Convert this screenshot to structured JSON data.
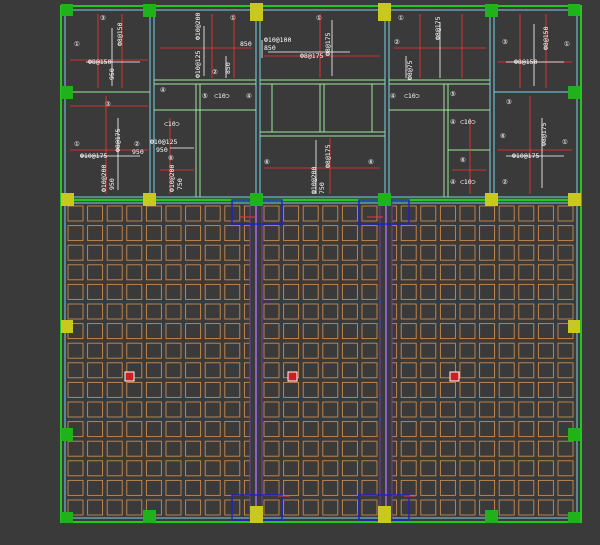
{
  "drawing": {
    "view": "floor slab reinforcement plan",
    "colors": {
      "background": "#3a3a3a",
      "grid_line": "#ff3030",
      "beam_outline": "#7ad3e6",
      "wall_outline": "#22c81e",
      "column_green": "#1fb21b",
      "column_yellow": "#c8c820",
      "rebar": "#ffffff",
      "secondary_beam": "#9fe59f",
      "raft_grid": "#c88a50",
      "strip_blue": "#2020d0",
      "strip_purple": "#7040a0"
    }
  },
  "annotations": {
    "slab_tl": {
      "bar_a": "Ф8@150",
      "bar_b": "Ф8@150",
      "bar_c": "Ф8@150",
      "len_a": "950",
      "bar_d": "Ф8@175",
      "bar_e": "Ф10@175",
      "len_b": "950",
      "mark_1": "①",
      "mark_2": "②",
      "mark_3": "③",
      "bar_f": "Ф10@200",
      "len_c": "950"
    },
    "slab_tc": {
      "bar_a": "Ф10@200",
      "len_a": "850",
      "bar_b": "Ф10@125",
      "len_b": "850",
      "bar_c": "Ф10@100",
      "len_c": "850",
      "bar_d": "Ф8@175",
      "tag_a": "⊂10⊃",
      "tag_b": "⊂10⊃",
      "tag_c": "⊂10⊃",
      "bar_e": "Ф10@125",
      "len_e": "950",
      "bar_f": "Ф10@200",
      "len_f": "750",
      "mark_4": "④",
      "mark_5": "⑤",
      "mark_6": "⑥",
      "mark_1": "①",
      "mark_2": "②"
    },
    "slab_tr": {
      "bar_a": "Ф8@150",
      "bar_b": "Ф8@75",
      "bar_c": "Ф8@175",
      "bar_d": "Ф10@175",
      "tag_a": "⊂10⊃",
      "tag_b": "⊂10⊃",
      "mark_1": "①",
      "mark_2": "②",
      "mark_3": "③",
      "mark_4": "④",
      "mark_5": "⑤",
      "mark_6": "⑥"
    }
  }
}
